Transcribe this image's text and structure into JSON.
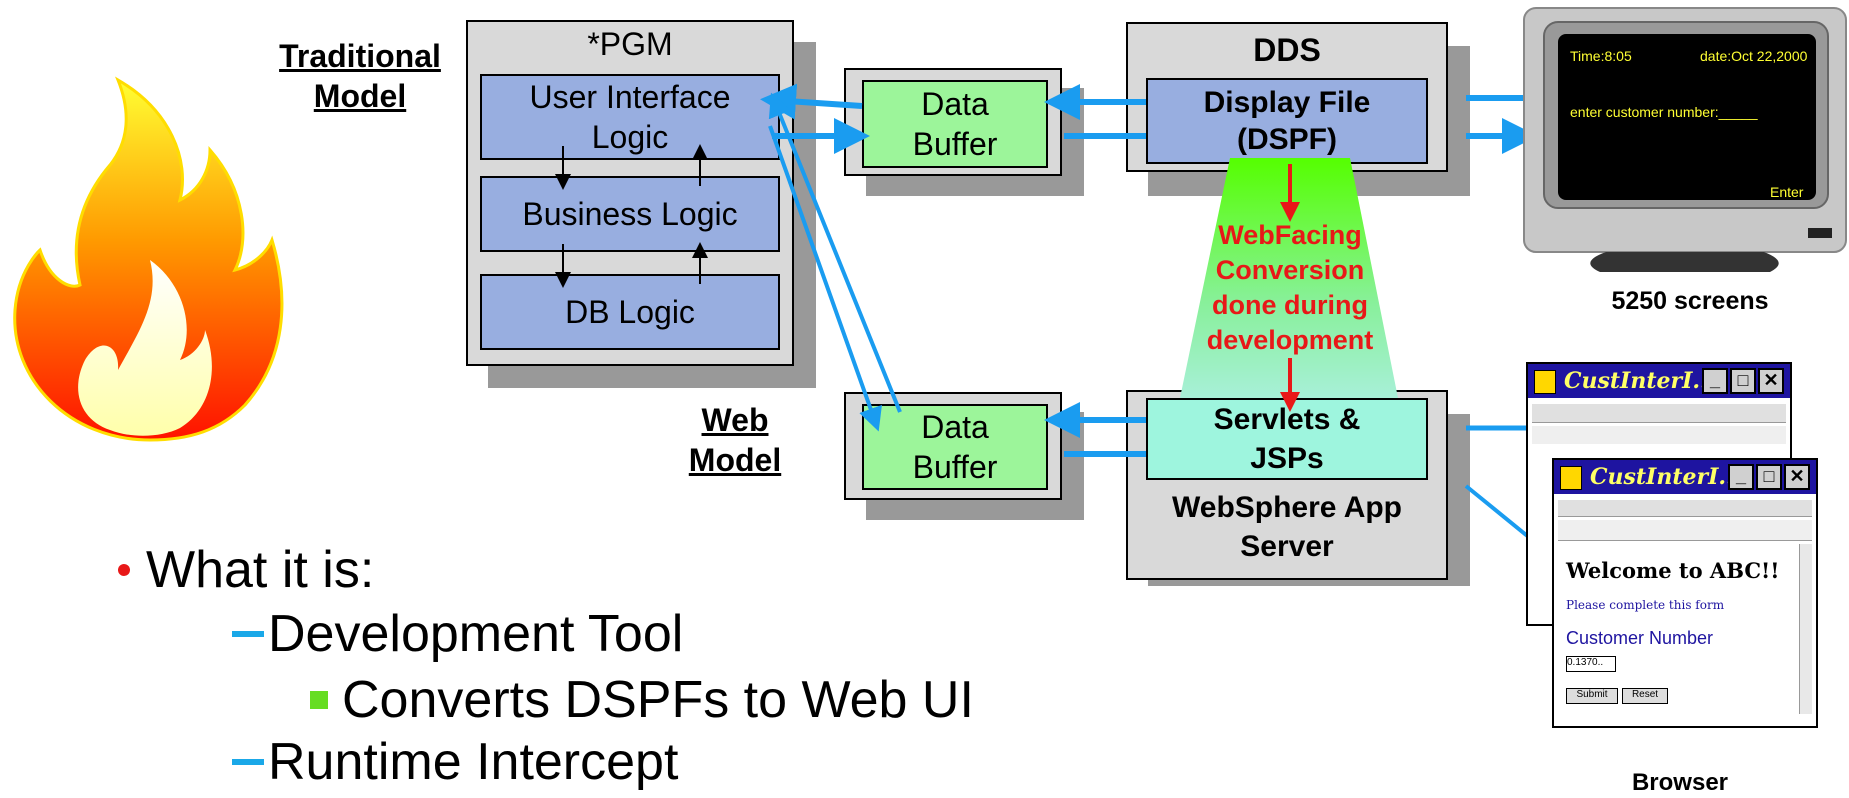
{
  "labels": {
    "traditional_model": "Traditional Model",
    "web_model": "Web Model"
  },
  "pgm": {
    "title": "*PGM",
    "ui_logic": "User Interface Logic",
    "business_logic": "Business Logic",
    "db_logic": "DB Logic"
  },
  "data_buffer_top": "Data Buffer",
  "data_buffer_bottom": "Data Buffer",
  "dds": {
    "title": "DDS",
    "display_file": "Display File (DSPF)"
  },
  "websphere": {
    "servlets": "Servlets & JSPs",
    "server": "WebSphere App Server"
  },
  "conversion_note": "WebFacing Conversion done during development",
  "terminal": {
    "time": "Time:8:05",
    "date": "date:Oct 22,2000",
    "prompt": "enter customer number:_____",
    "enter": "Enter",
    "caption": "5250 screens"
  },
  "browser": {
    "window_title": "CustInterI...",
    "window_title_back": "CustInterI...",
    "heading": "Welcome to ABC!!",
    "subtext": "Please complete this form",
    "field_label": "Customer Number",
    "field_value": "0.1370..",
    "submit": "Submit",
    "reset": "Reset",
    "caption": "Browser"
  },
  "bullets": {
    "level1": "What it is:",
    "dev_tool": "Development Tool",
    "converts": "Converts DSPFs to Web UI",
    "runtime": "Runtime Intercept"
  },
  "colors": {
    "arrow_blue": "#1a9cf0",
    "red_text": "#e81818",
    "ui_blue": "#98aee0",
    "buffer_green": "#9cf59a",
    "bullet_red": "#e81818",
    "dash_blue": "#1aa8e8",
    "square_green": "#66dd22"
  },
  "icons": [
    "flame-icon",
    "terminal-icon",
    "browser-window-icon"
  ]
}
